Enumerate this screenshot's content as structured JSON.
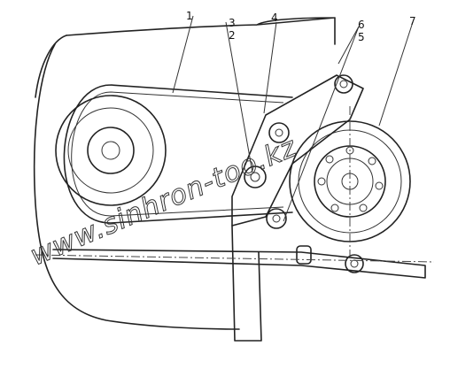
{
  "diagram": {
    "callouts": [
      "1",
      "3",
      "2",
      "4",
      "6",
      "5",
      "7"
    ],
    "watermark": "www.sinhron-too.kz"
  }
}
